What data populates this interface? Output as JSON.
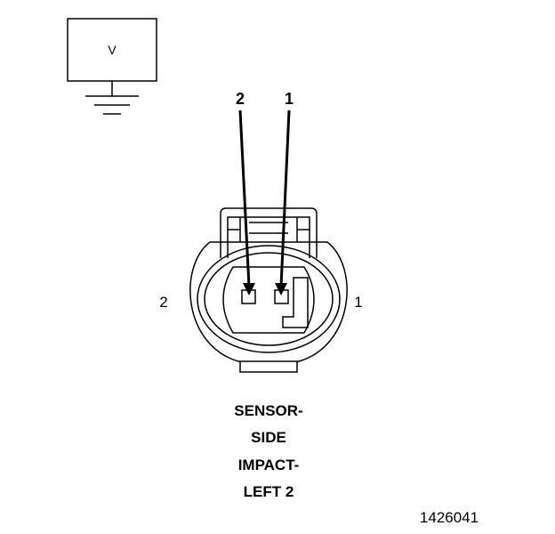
{
  "meter": {
    "symbol": "V"
  },
  "probes": {
    "left_label": "2",
    "right_label": "1"
  },
  "connector": {
    "side_left_label": "2",
    "side_right_label": "1"
  },
  "caption": {
    "lines": [
      "SENSOR-",
      "SIDE",
      "IMPACT-",
      "LEFT 2"
    ]
  },
  "figure_id": "1426041",
  "colors": {
    "line": "#000000",
    "background": "#ffffff"
  }
}
